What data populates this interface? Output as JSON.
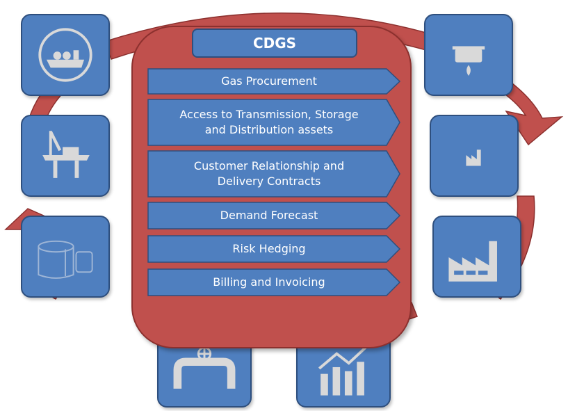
{
  "title": "CDGS",
  "steps": [
    {
      "label": "Gas Procurement"
    },
    {
      "label": "Access to Transmission, Storage\nand Distribution assets"
    },
    {
      "label": "Customer Relationship and\nDelivery Contracts"
    },
    {
      "label": "Demand Forecast"
    },
    {
      "label": "Risk Hedging"
    },
    {
      "label": "Billing and Invoicing"
    }
  ],
  "icons": [
    "lng-ship-icon",
    "offshore-platform-icon",
    "storage-tanks-icon",
    "pipeline-valve-icon",
    "bar-chart-trend-icon",
    "large-factory-icon",
    "small-factory-icon",
    "cooking-pot-gas-flame-icon"
  ],
  "colors": {
    "tile_fill": "#4f7fbf",
    "tile_border": "#2e4f7e",
    "panel_fill": "#c0504d",
    "ring_arrow": "#c0504d",
    "icon_gray": "#d9d9d9"
  }
}
